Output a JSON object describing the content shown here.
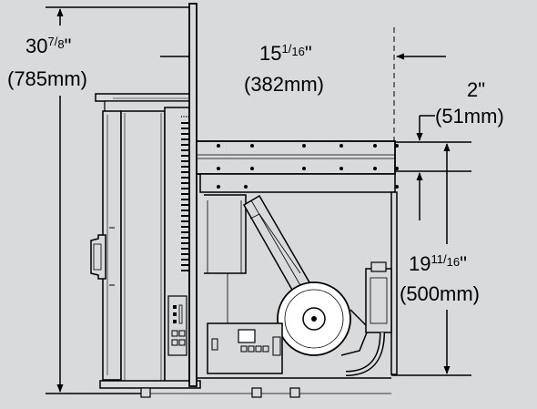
{
  "colors": {
    "background": "#d9dadb",
    "line": "#000000",
    "part_fill": "#dcdddd",
    "white": "#ffffff"
  },
  "dimensions": {
    "height": {
      "whole": "30",
      "num": "7",
      "slash": "/",
      "den": "8",
      "unit": "\"",
      "metric": "(785mm)"
    },
    "depth": {
      "whole": "15",
      "num": "1",
      "slash": "/",
      "den": "16",
      "unit": "\"",
      "metric": "(382mm)"
    },
    "offset": {
      "imperial": "2\"",
      "metric": "(51mm)"
    },
    "vent_height": {
      "whole": "19",
      "num": "11",
      "slash": "/",
      "den": "16",
      "unit": "\"",
      "metric": "(500mm)"
    }
  }
}
